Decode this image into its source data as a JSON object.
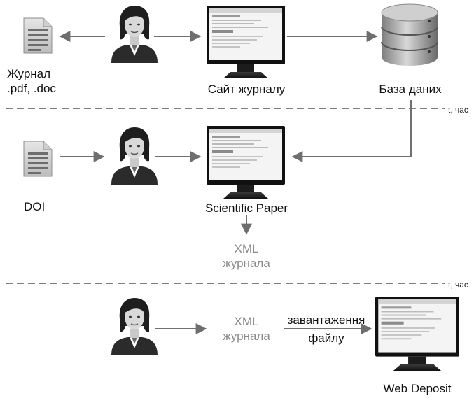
{
  "section1": {
    "journal_label_line1": "Журнал",
    "journal_label_line2": ".pdf, .doc",
    "site_label": "Сайт журналу",
    "database_label": "База даних"
  },
  "section2": {
    "doi_label": "DOI",
    "paper_label": "Scientific Paper",
    "xml_line1": "XML",
    "xml_line2": "журнала"
  },
  "section3": {
    "xml_line1": "XML",
    "xml_line2": "журнала",
    "upload_line1": "завантаження",
    "upload_line2": "файлу",
    "webdeposit_label": "Web Deposit"
  },
  "timeline": {
    "label_1": "t, час",
    "label_2": "t, час"
  },
  "colors": {
    "arrow": "#707070",
    "dashed_line": "#555555",
    "database": "#9a9a9a",
    "xml_text": "#8a8a8a"
  }
}
